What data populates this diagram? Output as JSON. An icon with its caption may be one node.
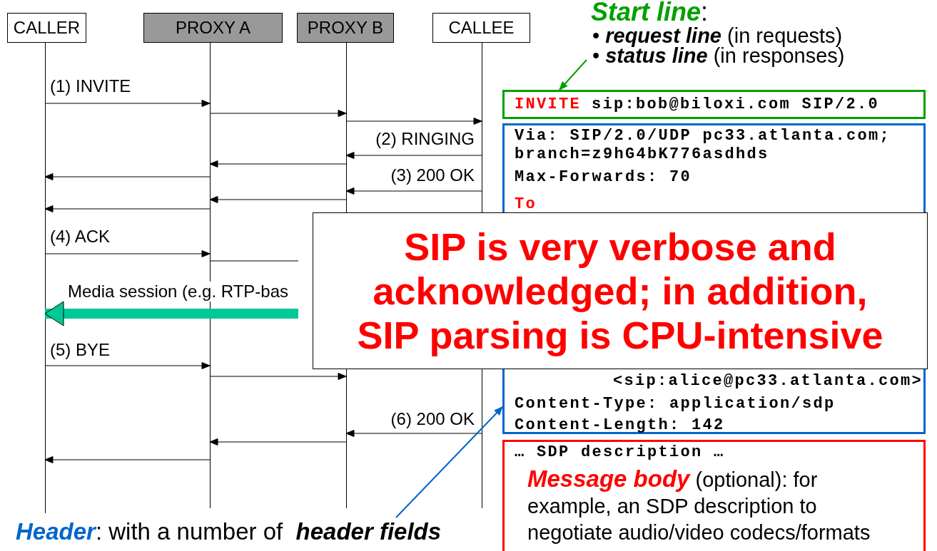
{
  "diagram": {
    "nodes": [
      {
        "text": [
          "CALLER"
        ]
      },
      {
        "text": [
          "PROXY A"
        ]
      },
      {
        "text": [
          "PROXY B"
        ]
      },
      {
        "text": [
          "CALLEE"
        ]
      },
      {
        "text": [],
        "shape": "line"
      },
      {
        "text": [],
        "shape": "line"
      },
      {
        "text": [],
        "shape": "line"
      },
      {
        "text": [],
        "shape": "line"
      },
      {
        "text": [
          "**Start line**:",
          "• **request line** (in requests)",
          "• **status line** (in responses)"
        ]
      },
      {
        "text": [
          "INVITE",
          "sip:bob@biloxi.com SIP/2.0"
        ]
      },
      {
        "text": [
          "Via: SIP/2.0/UDP pc33.atlanta.com;",
          "branch=z9hG4bK776asdhds",
          "Max-Forwards: 70",
          "To",
          "<sip:alice@pc33.atlanta.com>",
          "Content-Type: application/sdp",
          "Content-Length: 142"
        ]
      },
      {
        "text": [
          "… SDP description …",
          "**Message body** (optional): for example, an SDP description to negotiate audio/video codecs/formats"
        ]
      },
      {
        "text": [
          "**Header**: with a number of  **header fields**"
        ]
      },
      {
        "text": [
          "SIP is very verbose and acknowledged; in addition, SIP parsing is CPU-intensive"
        ]
      }
    ],
    "edges": [
      {
        "from": 4,
        "to": 5,
        "arrow": "to",
        "label": "(1) INVITE"
      },
      {
        "from": 5,
        "to": 6,
        "arrow": "to"
      },
      {
        "from": 6,
        "to": 7,
        "arrow": "to"
      },
      {
        "from": 7,
        "to": 6,
        "arrow": "to",
        "label": "(2) RINGING"
      },
      {
        "from": 6,
        "to": 5,
        "arrow": "to"
      },
      {
        "from": 5,
        "to": 4,
        "arrow": "to"
      },
      {
        "from": 7,
        "to": 6,
        "arrow": "to",
        "label": "(3) 200 OK"
      },
      {
        "from": 6,
        "to": 5,
        "arrow": "to"
      },
      {
        "from": 5,
        "to": 4,
        "arrow": "to"
      },
      {
        "from": 4,
        "to": 5,
        "arrow": "to",
        "label": "(4) ACK"
      },
      {
        "from": 5,
        "to": null,
        "arrow": "none"
      },
      {
        "from": null,
        "to": 4,
        "arrow": "to",
        "label": "Media session (e.g. RTP-bas",
        "style": "thick",
        "color": "#00c896"
      },
      {
        "from": 4,
        "to": 5,
        "arrow": "to",
        "label": "(5) BYE"
      },
      {
        "from": 5,
        "to": 6,
        "arrow": "to"
      },
      {
        "from": 7,
        "to": 6,
        "arrow": "to",
        "label": "(6) 200 OK"
      },
      {
        "from": 6,
        "to": 5,
        "arrow": "to"
      },
      {
        "from": 5,
        "to": 4,
        "arrow": "to"
      },
      {
        "from": 8,
        "to": 9,
        "arrow": "to",
        "color": "#00a000"
      },
      {
        "from": 12,
        "to": 10,
        "arrow": "to",
        "color": "#0066cc"
      }
    ]
  }
}
